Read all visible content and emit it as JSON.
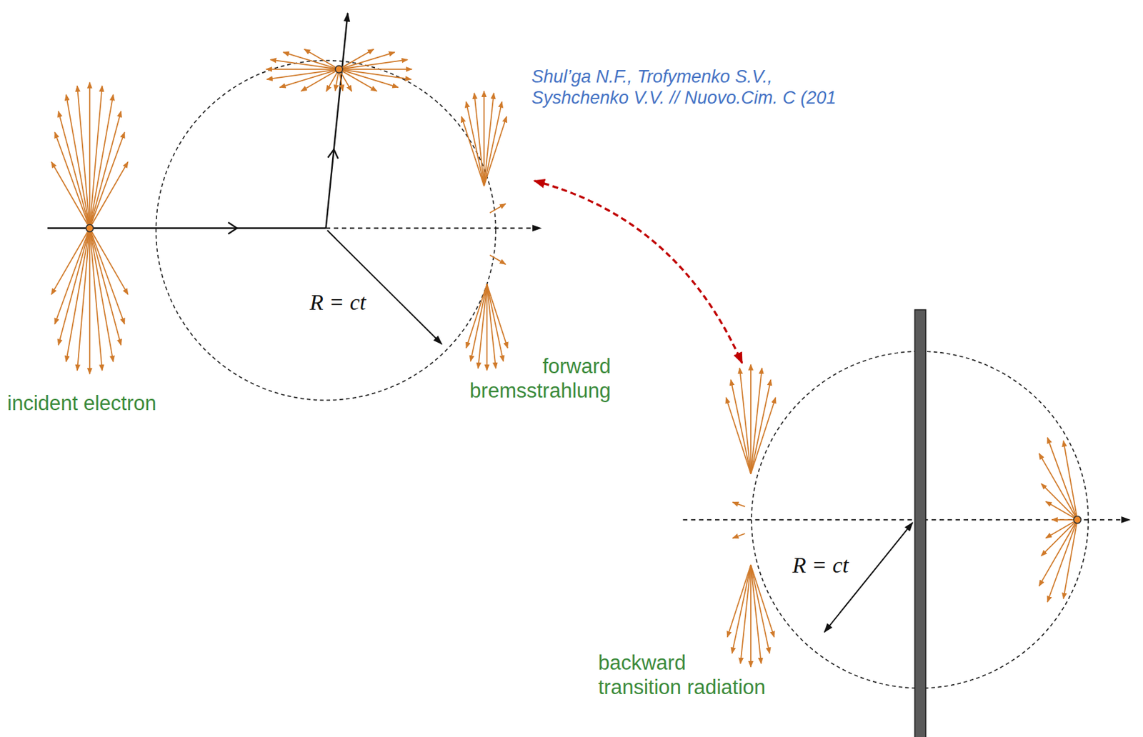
{
  "diagram": {
    "labels": [
      "Shul’ga N.F., Trofymenko S.V., Syshchenko V.V. // Nuovo.Cim. C (201",
      "R = ct",
      "incident electron",
      "forward bremsstrahlung",
      "backward transition radiation",
      "R = ct"
    ]
  }
}
